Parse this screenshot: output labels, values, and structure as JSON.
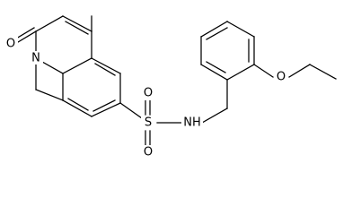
{
  "molecule": {
    "atom_labels": {
      "carbonyl_oxygen": "O",
      "ring_nitrogen": "N",
      "sulfur": "S",
      "sulfonyl_oxygen_top": "O",
      "sulfonyl_oxygen_bottom": "O",
      "amide_nh": "NH",
      "ether_oxygen": "O"
    }
  }
}
